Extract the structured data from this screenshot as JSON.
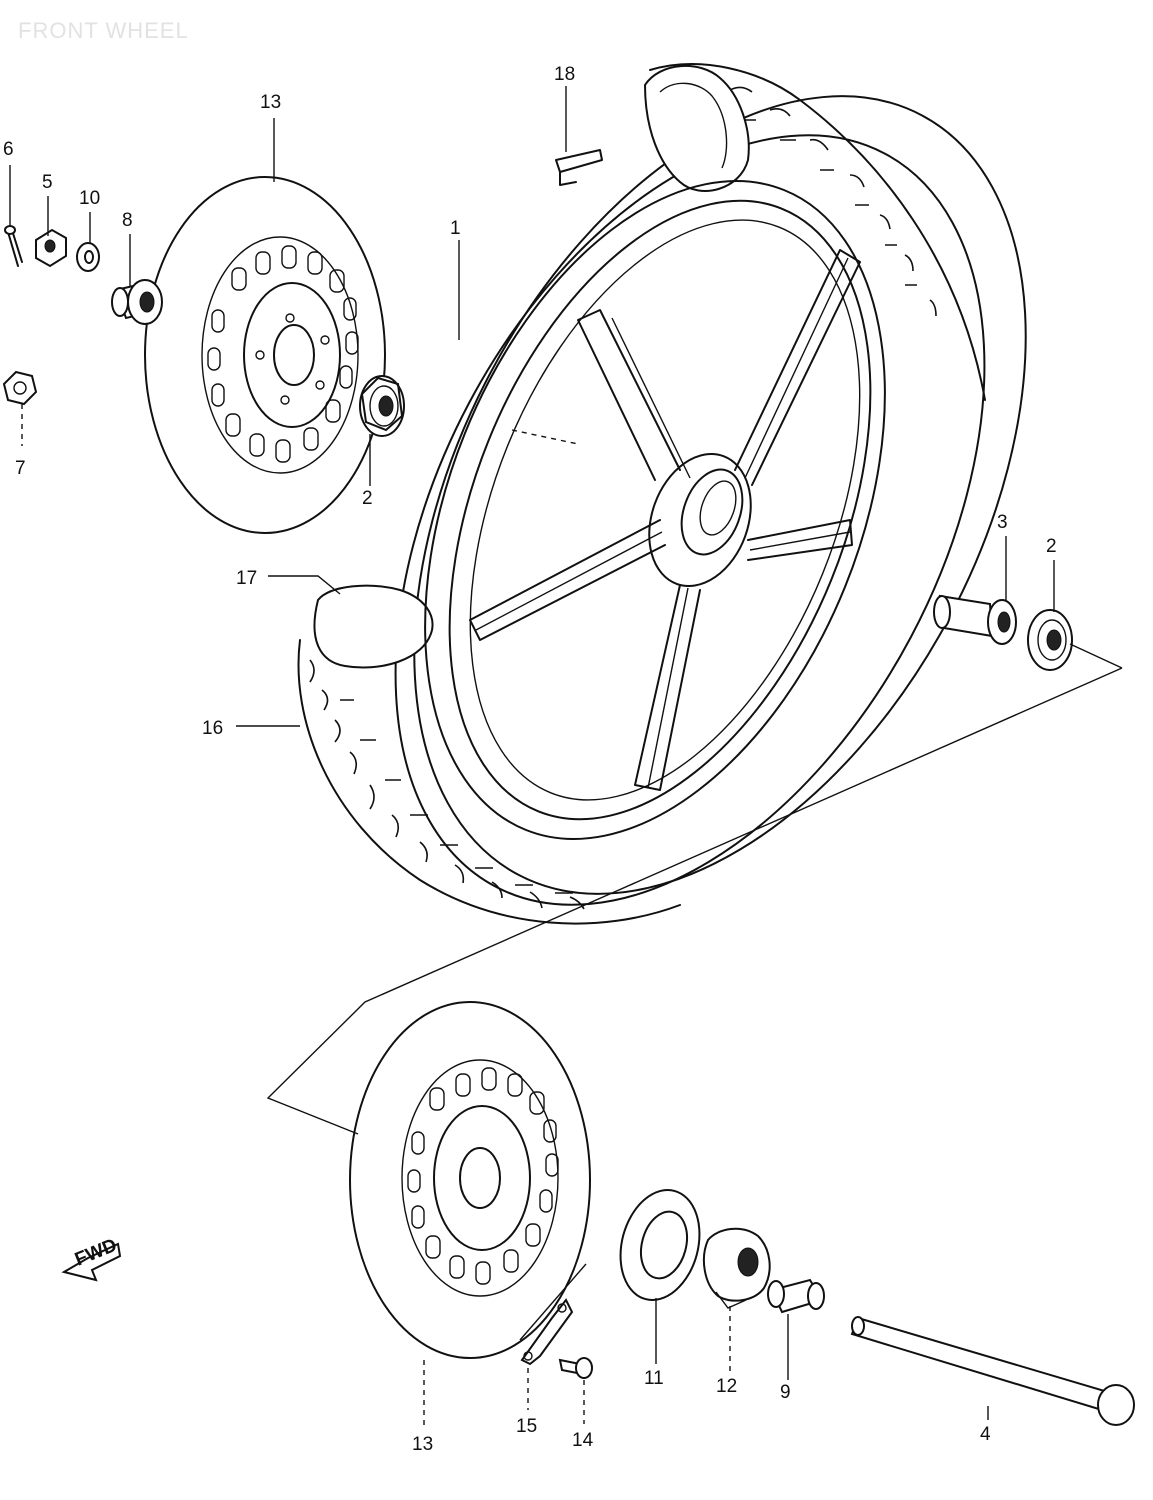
{
  "page_title": "FRONT WHEEL",
  "direction_label": "FWD",
  "callouts": [
    {
      "id": "c1",
      "text": "1"
    },
    {
      "id": "c2a",
      "text": "2"
    },
    {
      "id": "c2b",
      "text": "2"
    },
    {
      "id": "c3",
      "text": "3"
    },
    {
      "id": "c4",
      "text": "4"
    },
    {
      "id": "c5",
      "text": "5"
    },
    {
      "id": "c6",
      "text": "6"
    },
    {
      "id": "c7",
      "text": "7"
    },
    {
      "id": "c8",
      "text": "8"
    },
    {
      "id": "c9",
      "text": "9"
    },
    {
      "id": "c10",
      "text": "10"
    },
    {
      "id": "c11",
      "text": "11"
    },
    {
      "id": "c12",
      "text": "12"
    },
    {
      "id": "c13a",
      "text": "13"
    },
    {
      "id": "c13b",
      "text": "13"
    },
    {
      "id": "c14",
      "text": "14"
    },
    {
      "id": "c15",
      "text": "15"
    },
    {
      "id": "c16",
      "text": "16"
    },
    {
      "id": "c17",
      "text": "17"
    },
    {
      "id": "c18",
      "text": "18"
    }
  ]
}
